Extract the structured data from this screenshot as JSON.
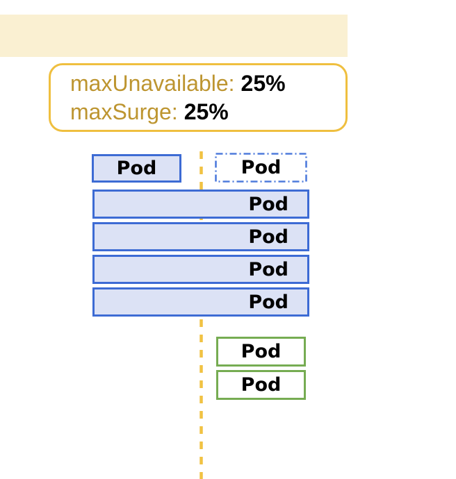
{
  "diagram": {
    "callout": {
      "lines": [
        {
          "key": "maxUnavailable:",
          "value": "25%"
        },
        {
          "key": "maxSurge:",
          "value": "25%"
        }
      ]
    },
    "pods": {
      "old_pod_label": "Pod",
      "surge_pod_label": "Pod",
      "running_pods": [
        "Pod",
        "Pod",
        "Pod",
        "Pod"
      ],
      "new_pods": [
        "Pod",
        "Pod"
      ]
    },
    "colors": {
      "banner_highlight": "#FAF0D2",
      "callout_border": "#EFBF3F",
      "callout_key_text": "#BD9530",
      "value_text": "#000000",
      "pod_border_blue": "#3D6BD4",
      "pod_fill_blue": "#DCE2F5",
      "pod_border_dashdot_blue": "#4E7BDC",
      "pod_border_green": "#76AC52",
      "divider_dash_gold": "#F1C243"
    }
  }
}
